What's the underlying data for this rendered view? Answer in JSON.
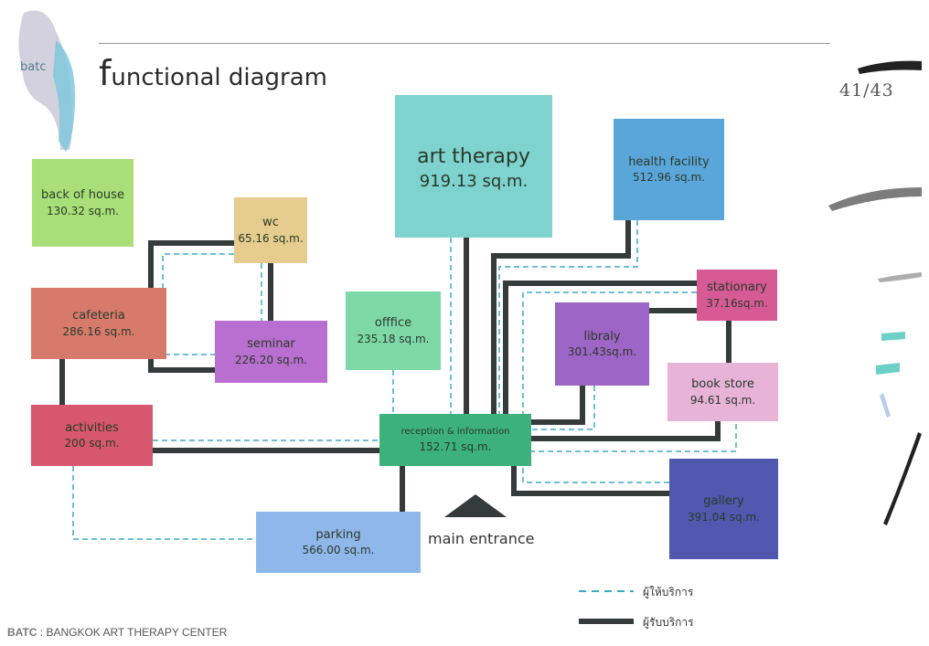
{
  "header": {
    "title_first": "f",
    "title_rest": "unctional diagram",
    "page": "41/43"
  },
  "logo_text": "batc",
  "rooms": {
    "art_therapy": {
      "name": "art therapy",
      "area": "919.13 sq.m."
    },
    "health_facility": {
      "name": "health facility",
      "area": "512.96 sq.m."
    },
    "back_of_house": {
      "name": "back of house",
      "area": "130.32 sq.m."
    },
    "wc": {
      "name": "wc",
      "area": "65.16 sq.m."
    },
    "cafeteria": {
      "name": "cafeteria",
      "area": "286.16 sq.m."
    },
    "seminar": {
      "name": "seminar",
      "area": "226.20 sq.m."
    },
    "office": {
      "name": "offfice",
      "area": "235.18 sq.m."
    },
    "stationary": {
      "name": "stationary",
      "area": "37.16sq.m."
    },
    "library": {
      "name": "libraly",
      "area": "301.43sq.m."
    },
    "book_store": {
      "name": "book store",
      "area": "94.61 sq.m."
    },
    "activities": {
      "name": "activities",
      "area": "200 sq.m."
    },
    "reception": {
      "name": "reception & information",
      "area": "152.71 sq.m."
    },
    "gallery": {
      "name": "gallery",
      "area": "391.04 sq.m."
    },
    "parking": {
      "name": "parking",
      "area": "566.00 sq.m."
    }
  },
  "main_entrance": "main entrance",
  "legend": {
    "dashed": "ผู้ให้บริการ",
    "solid": "ผู้รับบริการ"
  },
  "footer": {
    "abbr": "BATC",
    "full": " : BANGKOK ART THERAPY CENTER"
  },
  "colors": {
    "art_therapy": "#7fd3cf",
    "health_facility": "#5aa6da",
    "back_of_house": "#a8df78",
    "wc": "#e6cc8e",
    "cafeteria": "#d77a6c",
    "seminar": "#b86fcf",
    "office": "#7fd8a8",
    "stationary": "#d65a94",
    "library": "#9d65c5",
    "book_store": "#e7b3d7",
    "activities": "#d6576e",
    "reception": "#3cb27a",
    "gallery": "#5157ae",
    "parking": "#8fb7ea",
    "solid_line": "#353b3b",
    "dashed_line": "#3ea8c8"
  }
}
